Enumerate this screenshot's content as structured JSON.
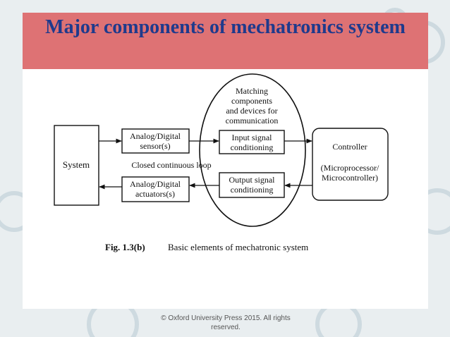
{
  "slide": {
    "title": "Major components  of mechatronics system",
    "footer": "© Oxford University Press 2015. All rights reserved."
  },
  "diagram": {
    "system_label": "System",
    "sensor_line1": "Analog/Digital",
    "sensor_line2": "sensor(s)",
    "actuator_line1": "Analog/Digital",
    "actuator_line2": "actuators(s)",
    "loop_label": "Closed continuous loop",
    "matching_line1": "Matching",
    "matching_line2": "components",
    "matching_line3": "and devices for",
    "matching_line4": "communication",
    "input_line1": "Input signal",
    "input_line2": "conditioning",
    "output_line1": "Output signal",
    "output_line2": "conditioning",
    "controller_line1": "Controller",
    "controller_line2": "(Microprocessor/",
    "controller_line3": "Microcontroller)",
    "caption_label": "Fig. 1.3(b)",
    "caption_text": "Basic elements of mechatronic system"
  },
  "colors": {
    "title_bar": "#de7274",
    "title_text": "#1f3a8c",
    "background": "#e9eef0"
  }
}
